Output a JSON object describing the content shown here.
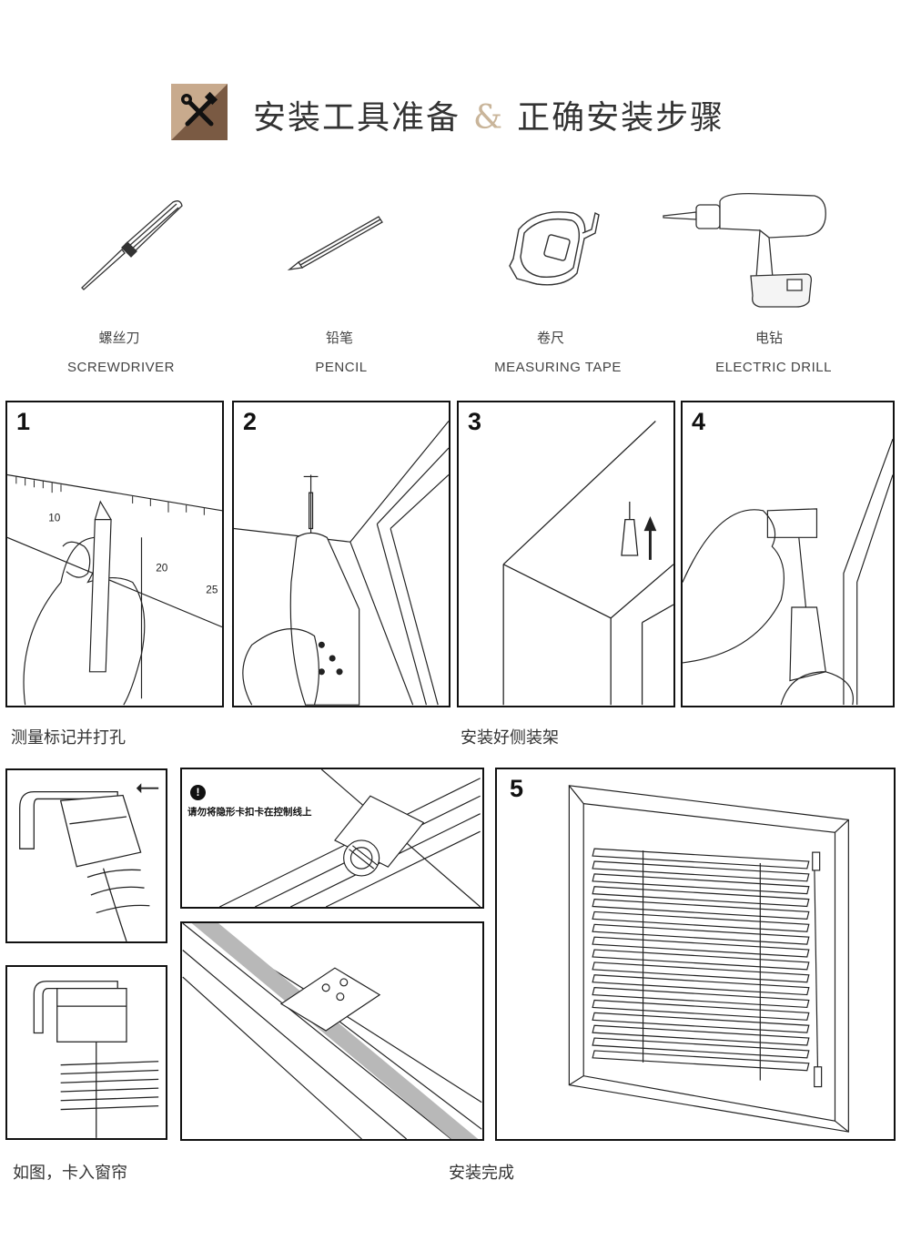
{
  "header": {
    "title_part1": "安装工具准备",
    "ampersand": "&",
    "title_part2": "正确安装步骤",
    "icon": "tools-icon"
  },
  "tools": [
    {
      "name_cn": "螺丝刀",
      "name_en": "SCREWDRIVER",
      "icon": "screwdriver-icon"
    },
    {
      "name_cn": "铅笔",
      "name_en": "PENCIL",
      "icon": "pencil-icon"
    },
    {
      "name_cn": "卷尺",
      "name_en": "MEASURING TAPE",
      "icon": "measuring-tape-icon"
    },
    {
      "name_cn": "电钻",
      "name_en": "ELECTRIC DRILL",
      "icon": "electric-drill-icon"
    }
  ],
  "steps": [
    {
      "number": "1"
    },
    {
      "number": "2"
    },
    {
      "number": "3"
    },
    {
      "number": "4"
    },
    {
      "number": "5"
    }
  ],
  "captions": {
    "row1_left": "测量标记并打孔",
    "row1_right": "安装好侧装架",
    "row2_left": "如图，卡入窗帘",
    "row2_right": "安装完成"
  },
  "ruler_marks": [
    "10",
    "20",
    "25"
  ],
  "warning": {
    "icon": "!",
    "text": "请勿将隐形卡扣卡在控制线上"
  },
  "colors": {
    "icon_brown": "#7a5a43",
    "icon_tan": "#c8aa8d",
    "ampersand": "#c9b59a",
    "border": "#111111"
  }
}
